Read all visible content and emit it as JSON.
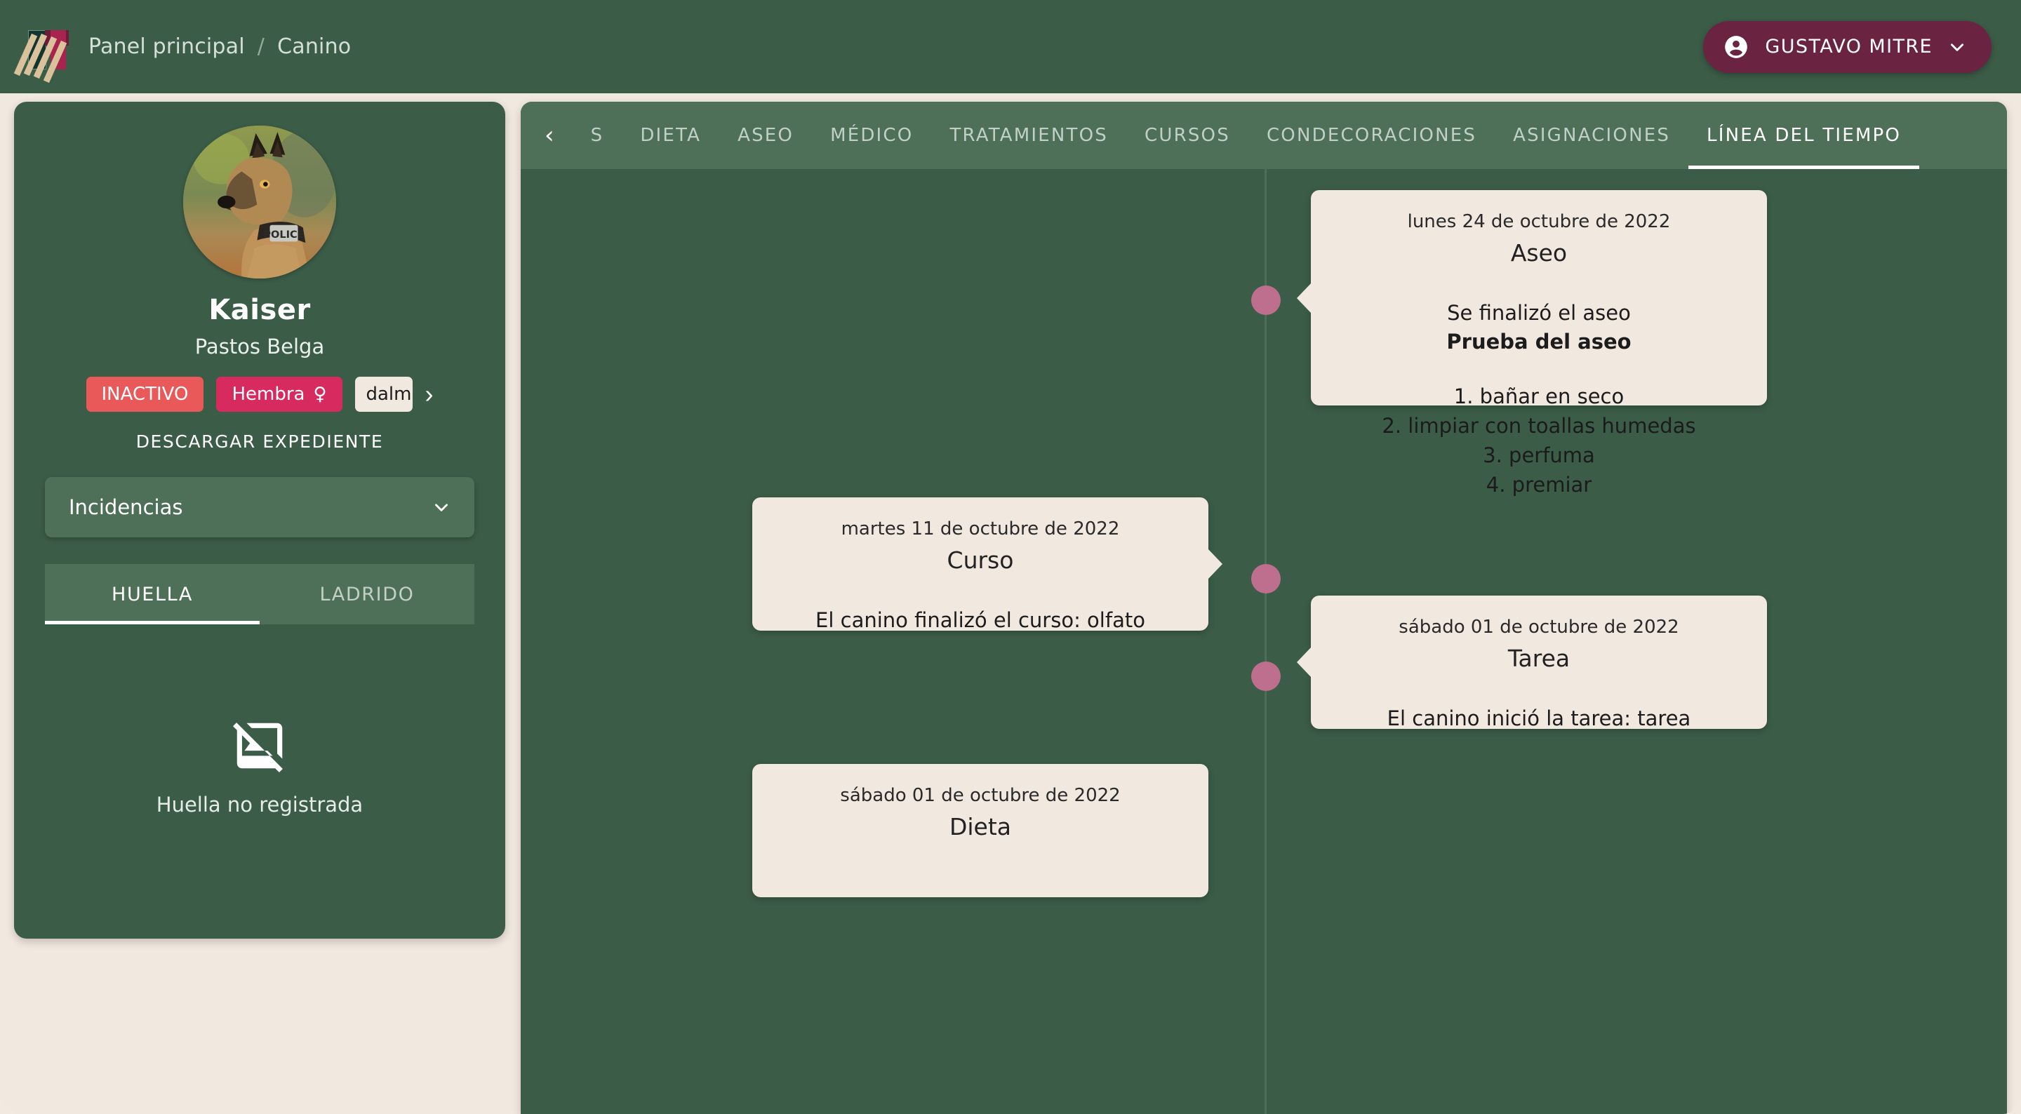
{
  "header": {
    "logo_name": "n-logo",
    "breadcrumb": [
      "Panel principal",
      "Canino"
    ],
    "breadcrumb_separator": "/",
    "user": {
      "name": "GUSTAVO MITRE",
      "avatar_icon": "account-circle-icon",
      "chevron_icon": "chevron-down-icon"
    }
  },
  "sidebar": {
    "dog": {
      "photo_alt": "dog-photo",
      "name": "Kaiser",
      "breed": "Pastos Belga",
      "chips": [
        {
          "label": "INACTIVO",
          "color": "#e9595a"
        },
        {
          "label": "Hembra",
          "suffix": "♀",
          "color": "#d72b60"
        },
        {
          "label": "dalma",
          "color": "#f1e8df"
        }
      ],
      "chips_next_icon": "chevron-right-icon",
      "download_label": "DESCARGAR EXPEDIENTE"
    },
    "select": {
      "value": "Incidencias",
      "chevron_icon": "chevron-down-icon"
    },
    "tabs": [
      {
        "label": "HUELLA",
        "active": true
      },
      {
        "label": "LADRIDO",
        "active": false
      }
    ],
    "empty_state": {
      "icon": "image-not-supported-icon",
      "caption": "Huella no registrada"
    }
  },
  "main": {
    "back_icon": "chevron-left-icon",
    "tabs": [
      {
        "label": "S",
        "active": false
      },
      {
        "label": "DIETA",
        "active": false
      },
      {
        "label": "ASEO",
        "active": false
      },
      {
        "label": "MÉDICO",
        "active": false
      },
      {
        "label": "TRATAMIENTOS",
        "active": false
      },
      {
        "label": "CURSOS",
        "active": false
      },
      {
        "label": "CONDECORACIONES",
        "active": false
      },
      {
        "label": "ASIGNACIONES",
        "active": false
      },
      {
        "label": "LÍNEA DEL TIEMPO",
        "active": true
      }
    ],
    "timeline": {
      "line_color": "#4e6e58",
      "dot_color": "#bd6f8d",
      "entries": [
        {
          "side": "right",
          "date": "lunes 24 de octubre de 2022",
          "title": "Aseo",
          "body_line1": "Se finalizó el aseo",
          "body_line2": "Prueba del aseo",
          "steps": [
            "1. bañar en seco",
            "2. limpiar con toallas humedas",
            "3. perfuma",
            "4. premiar"
          ]
        },
        {
          "side": "left",
          "date": "martes 11 de octubre de 2022",
          "title": "Curso",
          "body_line1": "El canino finalizó el curso: olfato"
        },
        {
          "side": "right",
          "date": "sábado 01 de octubre de 2022",
          "title": "Tarea",
          "body_line1": "El canino inició la tarea: tarea"
        },
        {
          "side": "left",
          "date": "sábado 01 de octubre de 2022",
          "title": "Dieta"
        }
      ]
    }
  },
  "colors": {
    "page_bg": "#f1e8df",
    "brand_green_dark": "#3b5c47",
    "brand_green_mid": "#4f7058",
    "brand_maroon": "#6b2342",
    "card_bg": "#f1e8df",
    "accent_pink": "#bd6f8d"
  }
}
